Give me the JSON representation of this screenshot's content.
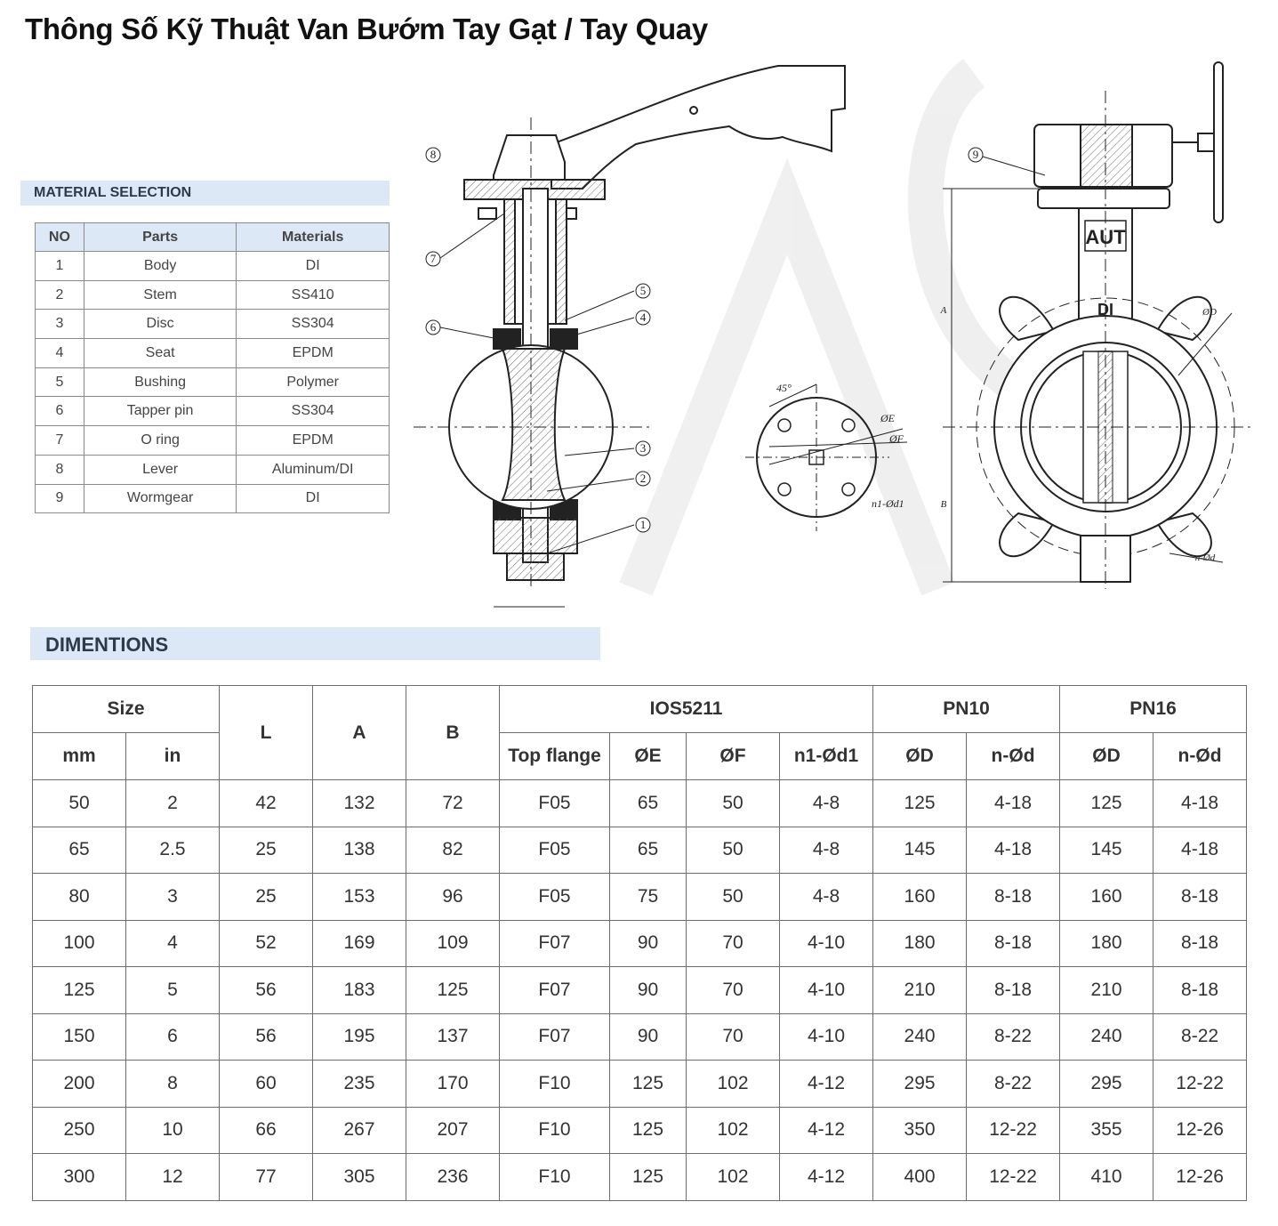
{
  "page_title": "Thông Số Kỹ Thuật Van Bướm Tay Gạt / Tay Quay",
  "material_section": {
    "heading": "MATERIAL SELECTION",
    "columns": [
      "NO",
      "Parts",
      "Materials"
    ],
    "rows": [
      [
        "1",
        "Body",
        "DI"
      ],
      [
        "2",
        "Stem",
        "SS410"
      ],
      [
        "3",
        "Disc",
        "SS304"
      ],
      [
        "4",
        "Seat",
        "EPDM"
      ],
      [
        "5",
        "Bushing",
        "Polymer"
      ],
      [
        "6",
        "Tapper pin",
        "SS304"
      ],
      [
        "7",
        "O ring",
        "EPDM"
      ],
      [
        "8",
        "Lever",
        "Aluminum/DI"
      ],
      [
        "9",
        "Wormgear",
        "DI"
      ]
    ]
  },
  "diagram": {
    "callouts": [
      "1",
      "2",
      "3",
      "4",
      "5",
      "6",
      "7",
      "8",
      "9"
    ],
    "body_marks": [
      "AUT",
      "DI"
    ],
    "dimension_labels": [
      "A",
      "B",
      "ØD",
      "n-Ød",
      "45°",
      "ØE",
      "ØF",
      "n1-Ød1"
    ]
  },
  "dimensions_section": {
    "heading": "DIMENTIONS",
    "header_top": {
      "size": "Size",
      "l": "L",
      "a": "A",
      "b": "B",
      "ios": "IOS5211",
      "pn10": "PN10",
      "pn16": "PN16"
    },
    "header_sub": [
      "mm",
      "in",
      "Top flange",
      "ØE",
      "ØF",
      "n1-Ød1",
      "ØD",
      "n-Ød",
      "ØD",
      "n-Ød"
    ],
    "rows": [
      [
        "50",
        "2",
        "42",
        "132",
        "72",
        "F05",
        "65",
        "50",
        "4-8",
        "125",
        "4-18",
        "125",
        "4-18"
      ],
      [
        "65",
        "2.5",
        "25",
        "138",
        "82",
        "F05",
        "65",
        "50",
        "4-8",
        "145",
        "4-18",
        "145",
        "4-18"
      ],
      [
        "80",
        "3",
        "25",
        "153",
        "96",
        "F05",
        "75",
        "50",
        "4-8",
        "160",
        "8-18",
        "160",
        "8-18"
      ],
      [
        "100",
        "4",
        "52",
        "169",
        "109",
        "F07",
        "90",
        "70",
        "4-10",
        "180",
        "8-18",
        "180",
        "8-18"
      ],
      [
        "125",
        "5",
        "56",
        "183",
        "125",
        "F07",
        "90",
        "70",
        "4-10",
        "210",
        "8-18",
        "210",
        "8-18"
      ],
      [
        "150",
        "6",
        "56",
        "195",
        "137",
        "F07",
        "90",
        "70",
        "4-10",
        "240",
        "8-22",
        "240",
        "8-22"
      ],
      [
        "200",
        "8",
        "60",
        "235",
        "170",
        "F10",
        "125",
        "102",
        "4-12",
        "295",
        "8-22",
        "295",
        "12-22"
      ],
      [
        "250",
        "10",
        "66",
        "267",
        "207",
        "F10",
        "125",
        "102",
        "4-12",
        "350",
        "12-22",
        "355",
        "12-26"
      ],
      [
        "300",
        "12",
        "77",
        "305",
        "236",
        "F10",
        "125",
        "102",
        "4-12",
        "400",
        "12-22",
        "410",
        "12-26"
      ]
    ]
  }
}
